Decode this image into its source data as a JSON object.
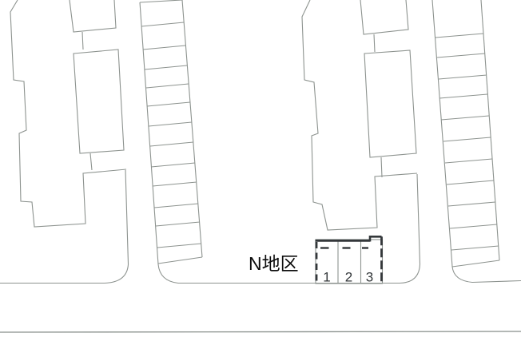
{
  "plan": {
    "area_label": "N地区",
    "stalls": [
      {
        "number": "1"
      },
      {
        "number": "2"
      },
      {
        "number": "3"
      }
    ]
  },
  "colors": {
    "background": "#ffffff",
    "line": "#8d938f",
    "road": "#878e8a",
    "dark": "#33373a",
    "label_text": "#0c0c0c"
  }
}
